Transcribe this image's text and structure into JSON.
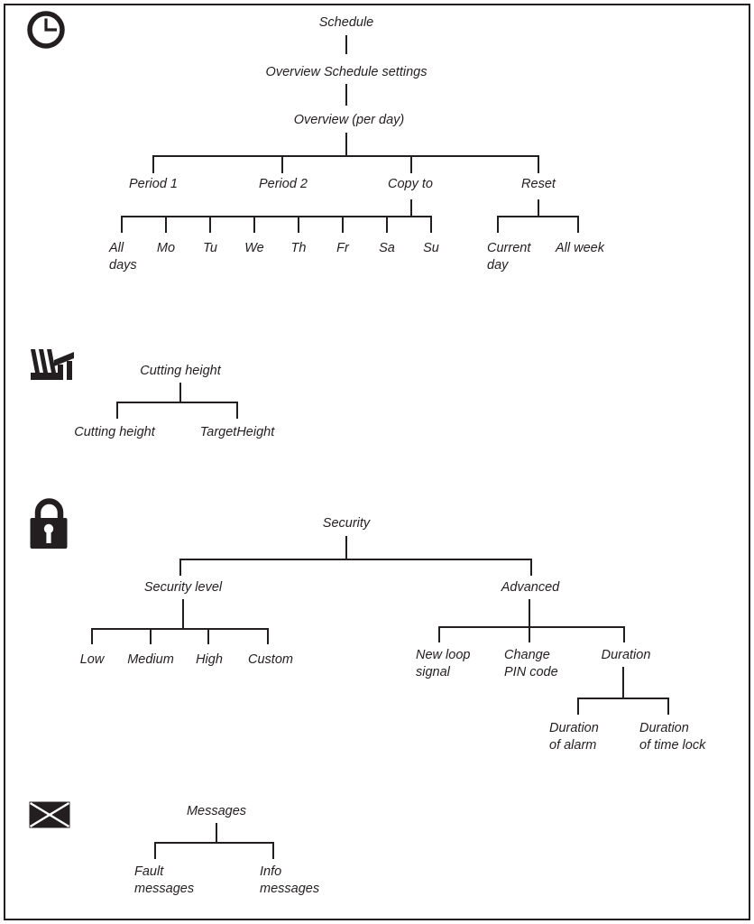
{
  "page": {
    "background": "#ffffff",
    "line_color": "#231f20"
  },
  "schedule": {
    "icon": "clock-icon",
    "title": "Schedule",
    "child": "Overview Schedule settings",
    "grandchild": "Overview (per day)",
    "branches": [
      "Period 1",
      "Period 2",
      "Copy to",
      "Reset"
    ],
    "copy_to_children": [
      "All\ndays",
      "Mo",
      "Tu",
      "We",
      "Th",
      "Fr",
      "Sa",
      "Su"
    ],
    "reset_children": [
      "Current\nday",
      "All week"
    ]
  },
  "cutting_height": {
    "icon": "cutting-height-icon",
    "title": "Cutting height",
    "children": [
      "Cutting height",
      "TargetHeight"
    ]
  },
  "security": {
    "icon": "lock-icon",
    "title": "Security",
    "branches": [
      "Security level",
      "Advanced"
    ],
    "security_level_children": [
      "Low",
      "Medium",
      "High",
      "Custom"
    ],
    "advanced_children": [
      "New loop\nsignal",
      "Change\nPIN code",
      "Duration"
    ],
    "duration_children": [
      "Duration\nof alarm",
      "Duration\nof time lock"
    ]
  },
  "messages": {
    "icon": "mail-icon",
    "title": "Messages",
    "children": [
      "Fault\nmessages",
      "Info\nmessages"
    ]
  }
}
